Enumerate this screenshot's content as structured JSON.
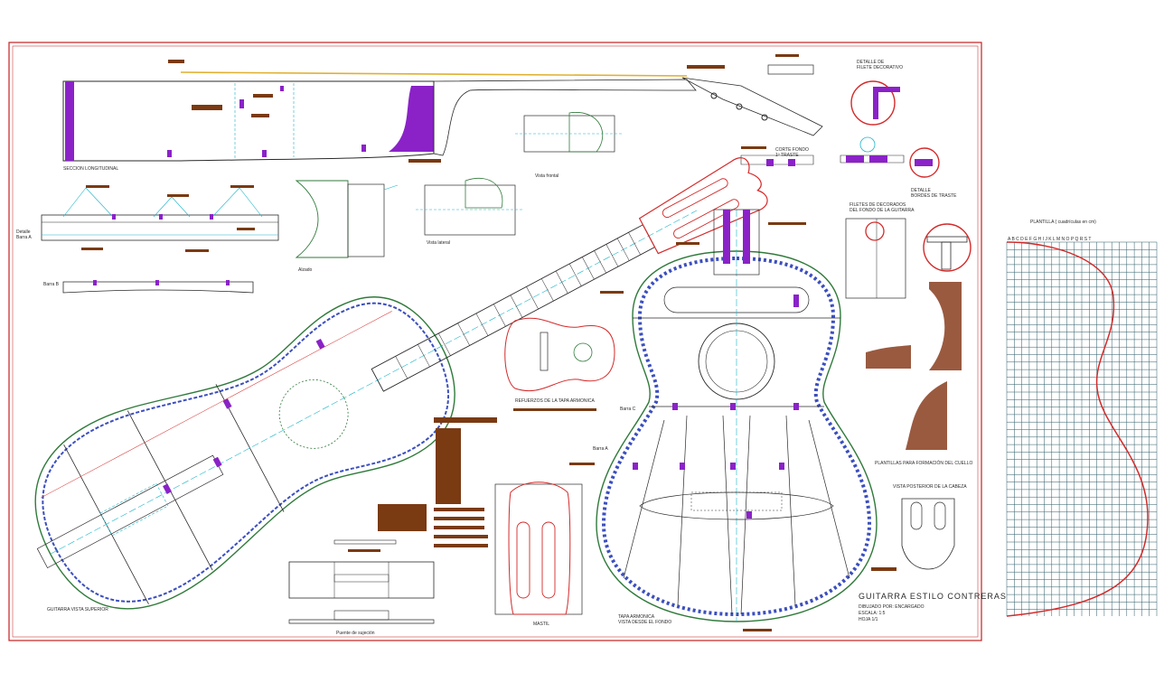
{
  "labels": {
    "seccion_longitudinal": "SECCION LONGITUDINAL",
    "detalle_barra_a": "Detalle\nBarra A",
    "barra_b": "Barra B",
    "vista_superior": "GUITARRA VISTA SUPERIOR",
    "vista_frontal": "Vista frontal",
    "vista_lateral": "Vista lateral",
    "alzado": "Alzado",
    "corte_fondo": "CORTE FONDO\n1º TRASTE",
    "detalle_filete": "DETALLE DE\nFILETE DECORATIVO",
    "detalle_bordes": "DETALLE\nBORDES DE TRASTE",
    "filetes_decorados": "FILETES DE DECORADOS\nDEL FONDO DE LA GUITARRA",
    "plantilla": "PLANTILLA ( cuadrículas en cm)",
    "grid_letters": "A B C D E F G H I J K L M N O P Q R S T",
    "refuerzos_tapa": "REFUERZOS DE LA TAPA ARMONICA",
    "barra_c": "Barra C",
    "barra_a2": "Barra A",
    "mastil": "MASTIL",
    "tapa_armonica": "TAPA ARMONICA",
    "tapa_sub": "VISTA DESDE EL FONDO",
    "puente_sub": "Puente de sujeción",
    "plantillas_cuello": "PLANTILLAS PARA FORMACIÓN DEL CUELLO",
    "vista_posterior": "VISTA POSTERIOR DE LA CABEZA",
    "guitar_title": "GUITARRA ESTILO CONTRERAS",
    "title_sub1": "DIBUJADO POR: ENCARGADO",
    "title_sub2": "ESCALA: 1:5",
    "title_sub3": "HOJA 1/1"
  },
  "colors": {
    "frame": "#c41e1e",
    "outline": "#2a2a2a",
    "body_green": "#2f7a3a",
    "rosette_blue": "#3b4fbf",
    "purple": "#8a22c8",
    "brown": "#7a3a12",
    "cyan": "#1ab5c9",
    "red": "#d42a2a",
    "yellow": "#e0b030",
    "grid": "#2a5a66",
    "tan": "#9a5a40"
  }
}
